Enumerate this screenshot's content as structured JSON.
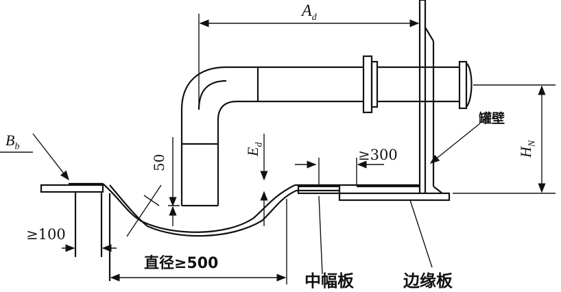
{
  "labels": {
    "a_d": "A",
    "a_d_sub": "d",
    "b_b": "B",
    "b_b_sub": "b",
    "e_d": "E",
    "e_d_sub": "d",
    "h_n": "H",
    "h_n_sub": "N",
    "dim_50": "50",
    "dim_300": "≥300",
    "dim_100": "≥100",
    "diameter": "直径≥500",
    "tank_wall": "罐壁",
    "middle_plate": "中幅板",
    "edge_plate": "边缘板"
  }
}
